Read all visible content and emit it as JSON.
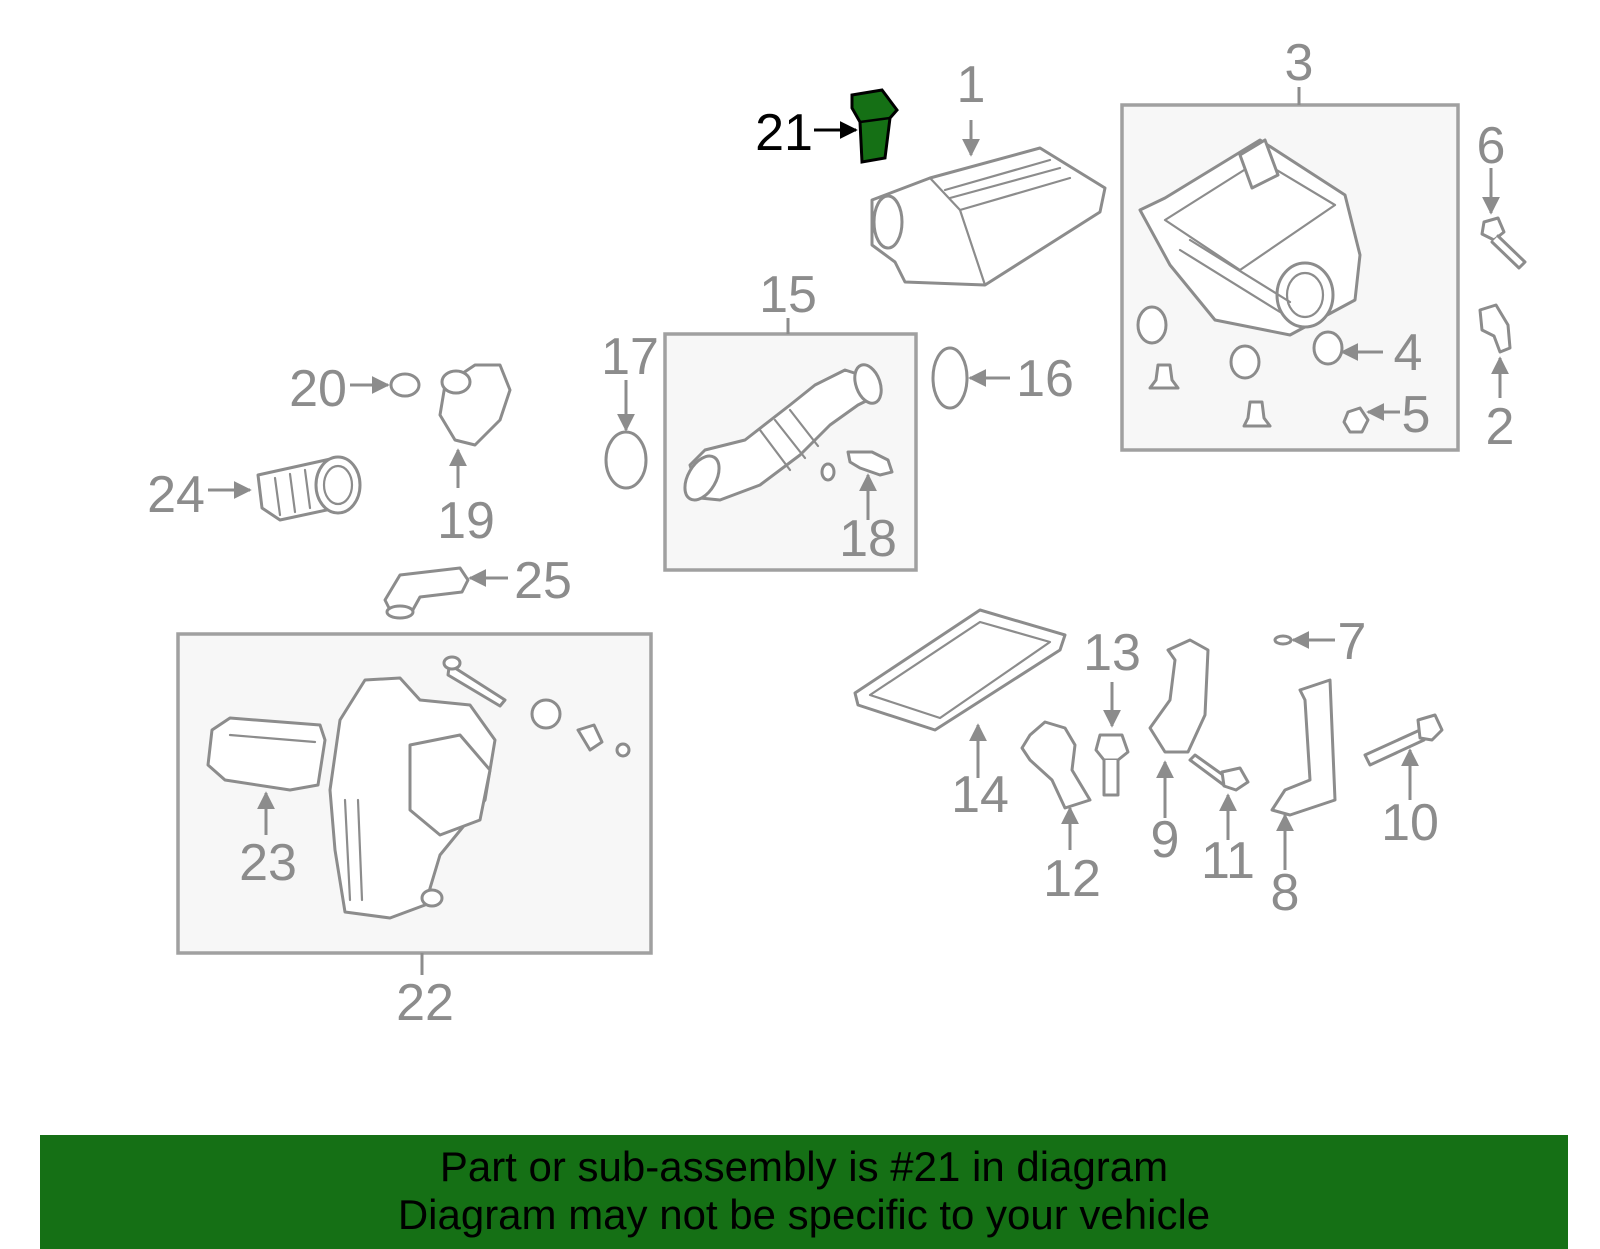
{
  "diagram": {
    "highlight_color": "#157015",
    "callouts": [
      "1",
      "2",
      "3",
      "4",
      "5",
      "6",
      "7",
      "8",
      "9",
      "10",
      "11",
      "12",
      "13",
      "14",
      "15",
      "16",
      "17",
      "18",
      "19",
      "20",
      "21",
      "22",
      "23",
      "24",
      "25"
    ],
    "highlighted_callout": "21"
  },
  "banner": {
    "line1": "Part or sub-assembly is #21 in diagram",
    "line2": "Diagram may not be specific to your vehicle",
    "background": "#157015"
  }
}
